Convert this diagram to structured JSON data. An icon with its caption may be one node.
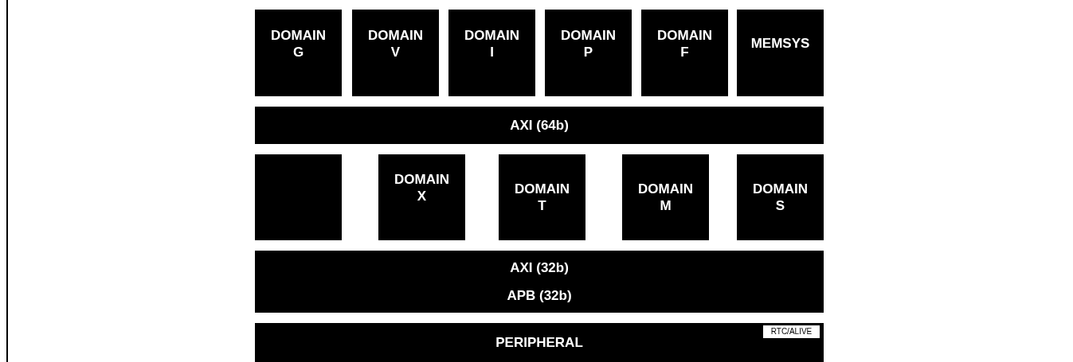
{
  "diagram": {
    "nodes": [
      {
        "text": [
          "DOMAIN G"
        ]
      },
      {
        "text": [
          "DOMAIN V"
        ]
      },
      {
        "text": [
          "DOMAIN I"
        ]
      },
      {
        "text": [
          "DOMAIN P"
        ]
      },
      {
        "text": [
          "DOMAIN F"
        ]
      },
      {
        "text": [
          "MEMSYS"
        ]
      },
      {
        "text": [
          "AXI (64b)"
        ]
      },
      {
        "text": [],
        "shape": "box"
      },
      {
        "text": [
          "DOMAIN X"
        ]
      },
      {
        "text": [
          "DOMAIN T"
        ]
      },
      {
        "text": [
          "DOMAIN M"
        ]
      },
      {
        "text": [
          "DOMAIN S"
        ]
      },
      {
        "text": [
          "AXI (32b)",
          "APB (32b)"
        ]
      },
      {
        "text": [
          "PERIPHERAL"
        ]
      },
      {
        "text": [
          "RTC/ALIVE"
        ],
        "in": 13
      }
    ]
  }
}
